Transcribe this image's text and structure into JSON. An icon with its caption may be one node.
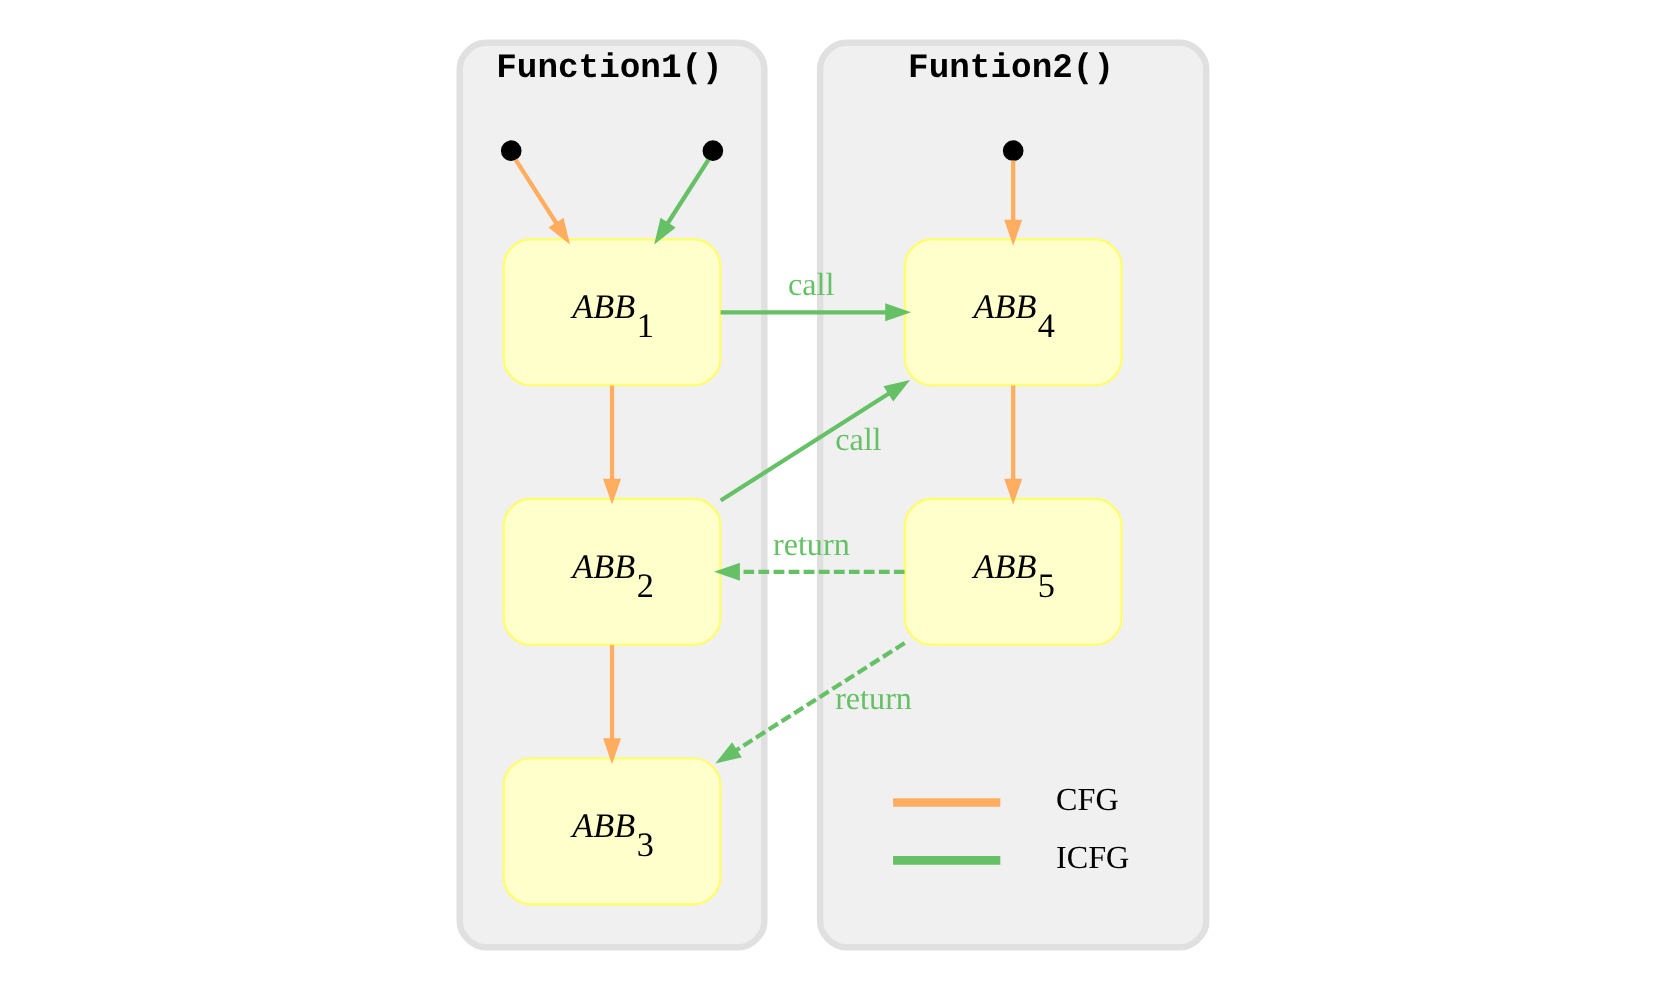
{
  "diagram": {
    "nodes": [
      {
        "text": [
          "Function1()"
        ]
      },
      {
        "text": [],
        "shape": "circle",
        "in": 0
      },
      {
        "text": [],
        "shape": "circle",
        "in": 0
      },
      {
        "text": [
          "ABB$_{1}$"
        ],
        "in": 0
      },
      {
        "text": [
          "ABB$_{2}$"
        ],
        "in": 0
      },
      {
        "text": [
          "ABB$_{3}$"
        ],
        "in": 0
      },
      {
        "text": [
          "Funtion2()"
        ]
      },
      {
        "text": [],
        "shape": "circle",
        "in": 6
      },
      {
        "text": [
          "ABB$_{4}$"
        ],
        "in": 6
      },
      {
        "text": [
          "ABB$_{5}$"
        ],
        "in": 6
      }
    ],
    "edges": [
      {
        "from": 1,
        "to": 3,
        "arrow": "to",
        "color": "#ffad5e"
      },
      {
        "from": 2,
        "to": 3,
        "arrow": "to",
        "color": "#66c066"
      },
      {
        "from": 3,
        "to": 4,
        "arrow": "to",
        "color": "#ffad5e"
      },
      {
        "from": 4,
        "to": 5,
        "arrow": "to",
        "color": "#ffad5e"
      },
      {
        "from": 7,
        "to": 8,
        "arrow": "to",
        "color": "#ffad5e"
      },
      {
        "from": 8,
        "to": 9,
        "arrow": "to",
        "color": "#ffad5e"
      },
      {
        "from": 3,
        "to": 8,
        "arrow": "to",
        "label": "call",
        "color": "#66c066"
      },
      {
        "from": 4,
        "to": 8,
        "arrow": "to",
        "label": "call",
        "color": "#66c066"
      },
      {
        "from": 9,
        "to": 4,
        "arrow": "to",
        "label": "return",
        "style": "dashed",
        "color": "#66c066"
      },
      {
        "from": 9,
        "to": 5,
        "arrow": "to",
        "label": "return",
        "style": "dashed",
        "color": "#66c066"
      }
    ],
    "legend": [
      {
        "text": "CFG"
      },
      {
        "text": "ICFG"
      }
    ]
  }
}
